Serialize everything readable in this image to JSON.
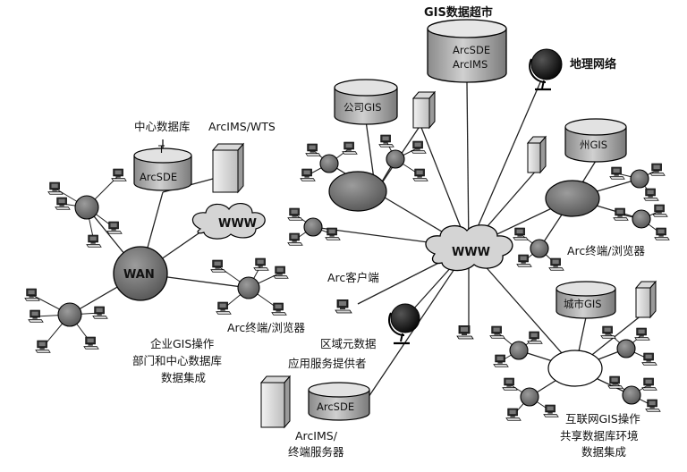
{
  "labels": {
    "gis_market": "GIS数据超市",
    "geo_network": "地理网络",
    "central_db": "中心数据库",
    "arcims_wts": "ArcIMS/WTS",
    "arcsde_central": "ArcSDE",
    "www_cloud_small": "WWW",
    "www_cloud_main": "WWW",
    "wan": "WAN",
    "arc_terminal_left": "Arc终端/浏览器",
    "enterprise_line1": "企业GIS操作",
    "enterprise_line2": "部门和中心数据库",
    "enterprise_line3": "数据集成",
    "company_gis": "公司GIS",
    "state_gis": "州GIS",
    "arc_terminal_right": "Arc终端/浏览器",
    "arc_client": "Arc客户端",
    "regional_line1": "区域元数据",
    "regional_line2": "应用服务提供者",
    "arcsde_asp": "ArcSDE",
    "arcims_terminal_line1": "ArcIMS/",
    "arcims_terminal_line2": "终端服务器",
    "city_gis": "城市GIS",
    "internet_line1": "互联网GIS操作",
    "internet_line2": "共享数据库环境",
    "internet_line3": "数据集成",
    "market_db_line1": "ArcSDE",
    "market_db_line2": "ArcIMS"
  },
  "icons": {
    "database": "database-cylinder-icon",
    "server": "server-tower-icon",
    "globe": "globe-icon",
    "workstation": "workstation-icon",
    "hub": "network-hub-icon",
    "cloud": "internet-cloud-icon"
  }
}
